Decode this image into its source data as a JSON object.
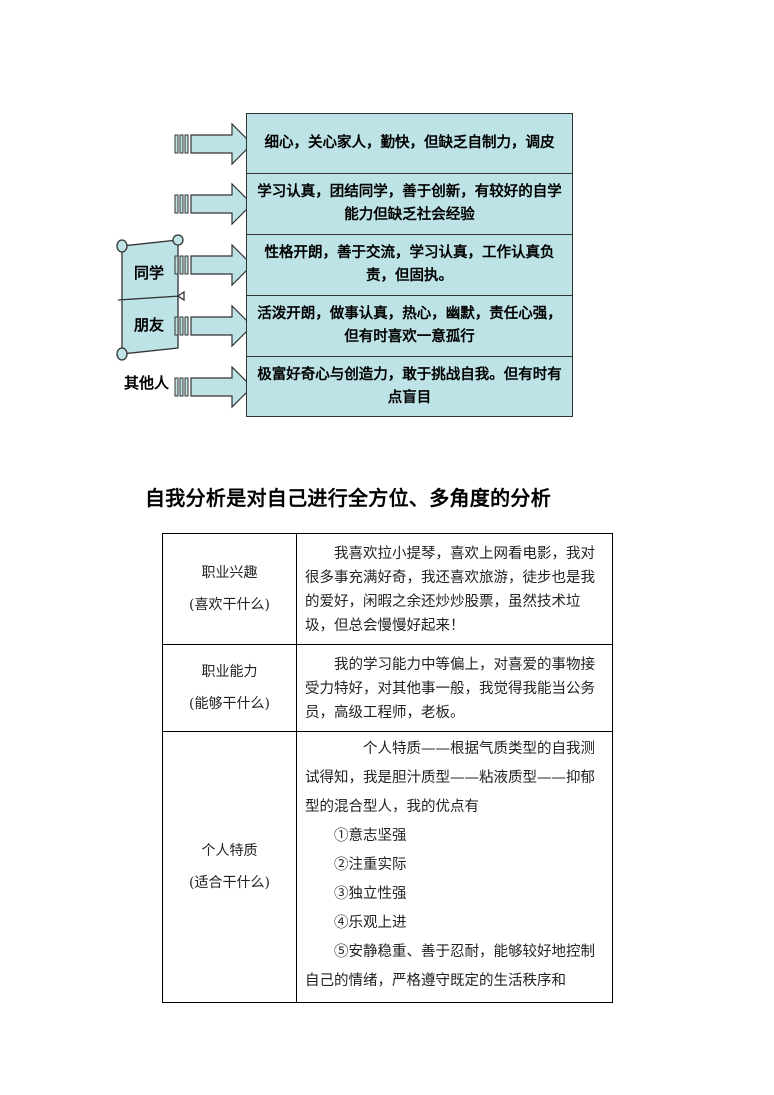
{
  "diagram": {
    "rows": [
      "细心，关心家人，勤快，但缺乏自制力，调皮",
      "学习认真，团结同学，善于创新，有较好的自学能力但缺乏社会经验",
      "性格开朗，善于交流，学习认真，工作认真负责，但固执。",
      "活泼开朗，做事认真，热心，幽默，责任心强，但有时喜欢一意孤行",
      "极富好奇心与创造力，敢于挑战自我。但有时有点盲目"
    ],
    "scroll_labels": [
      "同学",
      "朋友"
    ],
    "other_label": "其他人",
    "colors": {
      "box_fill": "#bde3e6",
      "arrow_fill": "#bde3e6",
      "stroke": "#333333"
    }
  },
  "heading": "自我分析是对自己进行全方位、多角度的分析",
  "table": {
    "rows": [
      {
        "label": "职业兴趣",
        "sublabel": "(喜欢干什么)",
        "text": "我喜欢拉小提琴，喜欢上网看电影，我对很多事充满好奇，我还喜欢旅游，徒步也是我的爱好，闲暇之余还炒炒股票，虽然技术垃圾，但总会慢慢好起来！"
      },
      {
        "label": "职业能力",
        "sublabel": "(能够干什么)",
        "text": "我的学习能力中等偏上，对喜爱的事物接受力特好，对其他事一般，我觉得我能当公务员，高级工程师，老板。"
      },
      {
        "label": "个人特质",
        "sublabel": "(适合干什么)",
        "intro": "个人特质——根据气质类型的自我测试得知，我是胆汁质型——粘液质型——抑郁型的混合型人，我的优点有",
        "items": [
          "①意志坚强",
          "②注重实际",
          "③独立性强",
          "④乐观上进"
        ],
        "last_item": "⑤安静稳重、善于忍耐，能够较好地控制自己的情绪，严格遵守既定的生活秩序和"
      }
    ]
  }
}
